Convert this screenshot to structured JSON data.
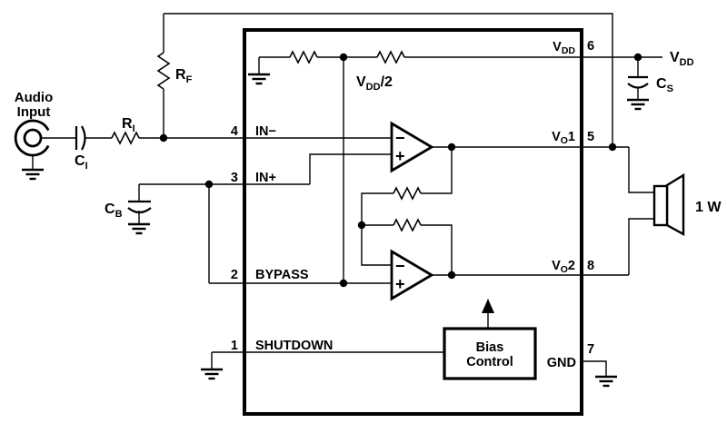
{
  "source": {
    "line1": "Audio",
    "line2": "Input"
  },
  "components": {
    "ci": {
      "base": "C",
      "sub": "I"
    },
    "ri": {
      "base": "R",
      "sub": "I"
    },
    "rf": {
      "base": "R",
      "sub": "F"
    },
    "cb": {
      "base": "C",
      "sub": "B"
    },
    "cs": {
      "base": "C",
      "sub": "S"
    },
    "vdd_half": {
      "base": "V",
      "sub": "DD",
      "suffix": "/2"
    },
    "vdd_rail": {
      "base": "V",
      "sub": "DD"
    },
    "speaker_power": "1 W",
    "bias": {
      "line1": "Bias",
      "line2": "Control"
    }
  },
  "ic": {
    "pins": [
      {
        "number": "1",
        "name": {
          "base": "SHUTDOWN"
        }
      },
      {
        "number": "2",
        "name": {
          "base": "BYPASS"
        }
      },
      {
        "number": "3",
        "name": {
          "base": "IN+"
        }
      },
      {
        "number": "4",
        "name": {
          "base": "IN−"
        }
      },
      {
        "number": "5",
        "name": {
          "base": "V",
          "sub": "O",
          "suffix": "1"
        }
      },
      {
        "number": "6",
        "name": {
          "base": "V",
          "sub": "DD"
        }
      },
      {
        "number": "7",
        "name": {
          "base": "GND"
        }
      },
      {
        "number": "8",
        "name": {
          "base": "V",
          "sub": "O",
          "suffix": "2"
        }
      }
    ]
  },
  "opamp": {
    "plus": "+",
    "minus": "−"
  }
}
